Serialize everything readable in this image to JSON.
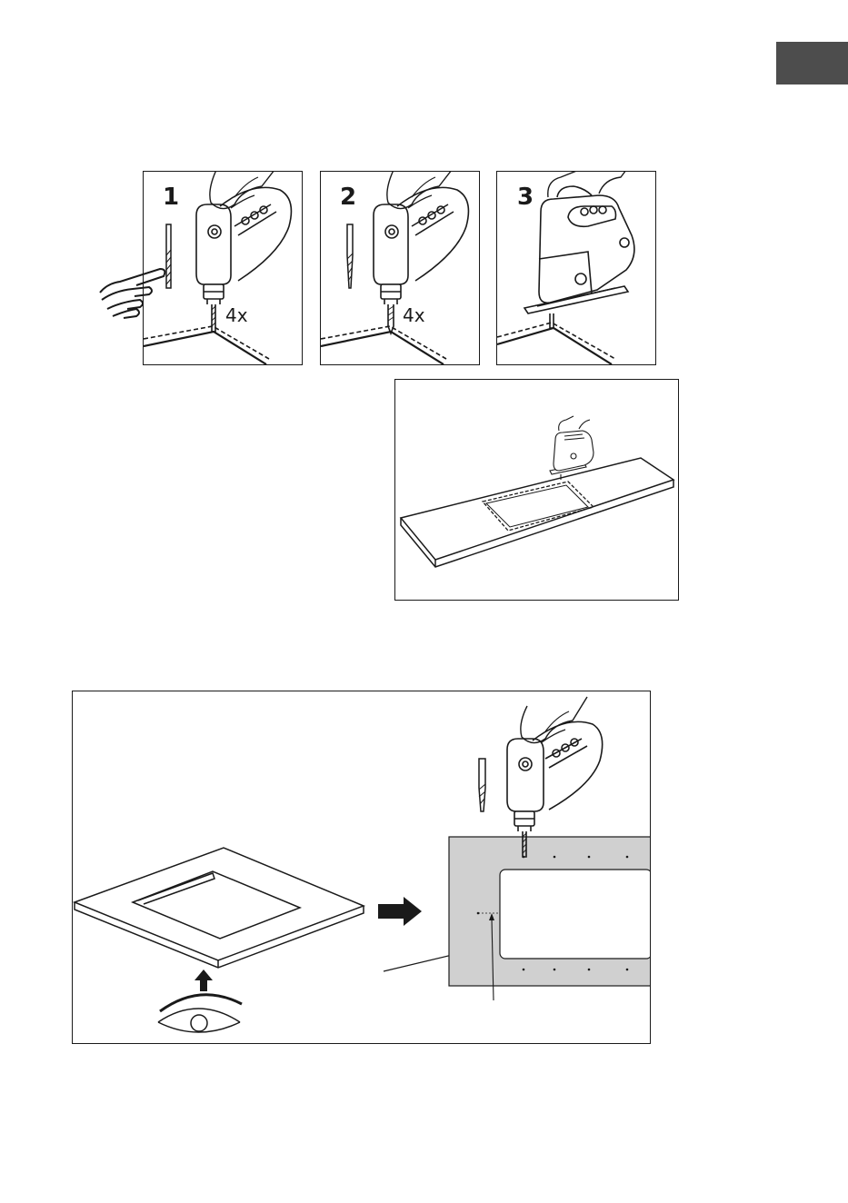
{
  "header": {
    "tab_color": "#4d4d4d"
  },
  "steps": [
    {
      "number": "1",
      "count": "4x"
    },
    {
      "number": "2",
      "count": "4x"
    },
    {
      "number": "3"
    }
  ],
  "icons": {
    "step1": [
      "hand-pointing-icon",
      "drill-bit-icon",
      "power-drill-icon"
    ],
    "step2": [
      "drill-bit-icon",
      "power-drill-icon"
    ],
    "step3": [
      "jigsaw-icon"
    ],
    "bottom": [
      "eye-icon",
      "arrow-up-icon",
      "arrow-right-icon",
      "drill-bit-icon",
      "power-drill-icon"
    ]
  },
  "colors": {
    "line": "#1a1a1a",
    "template_fill": "#d0d0d0"
  }
}
